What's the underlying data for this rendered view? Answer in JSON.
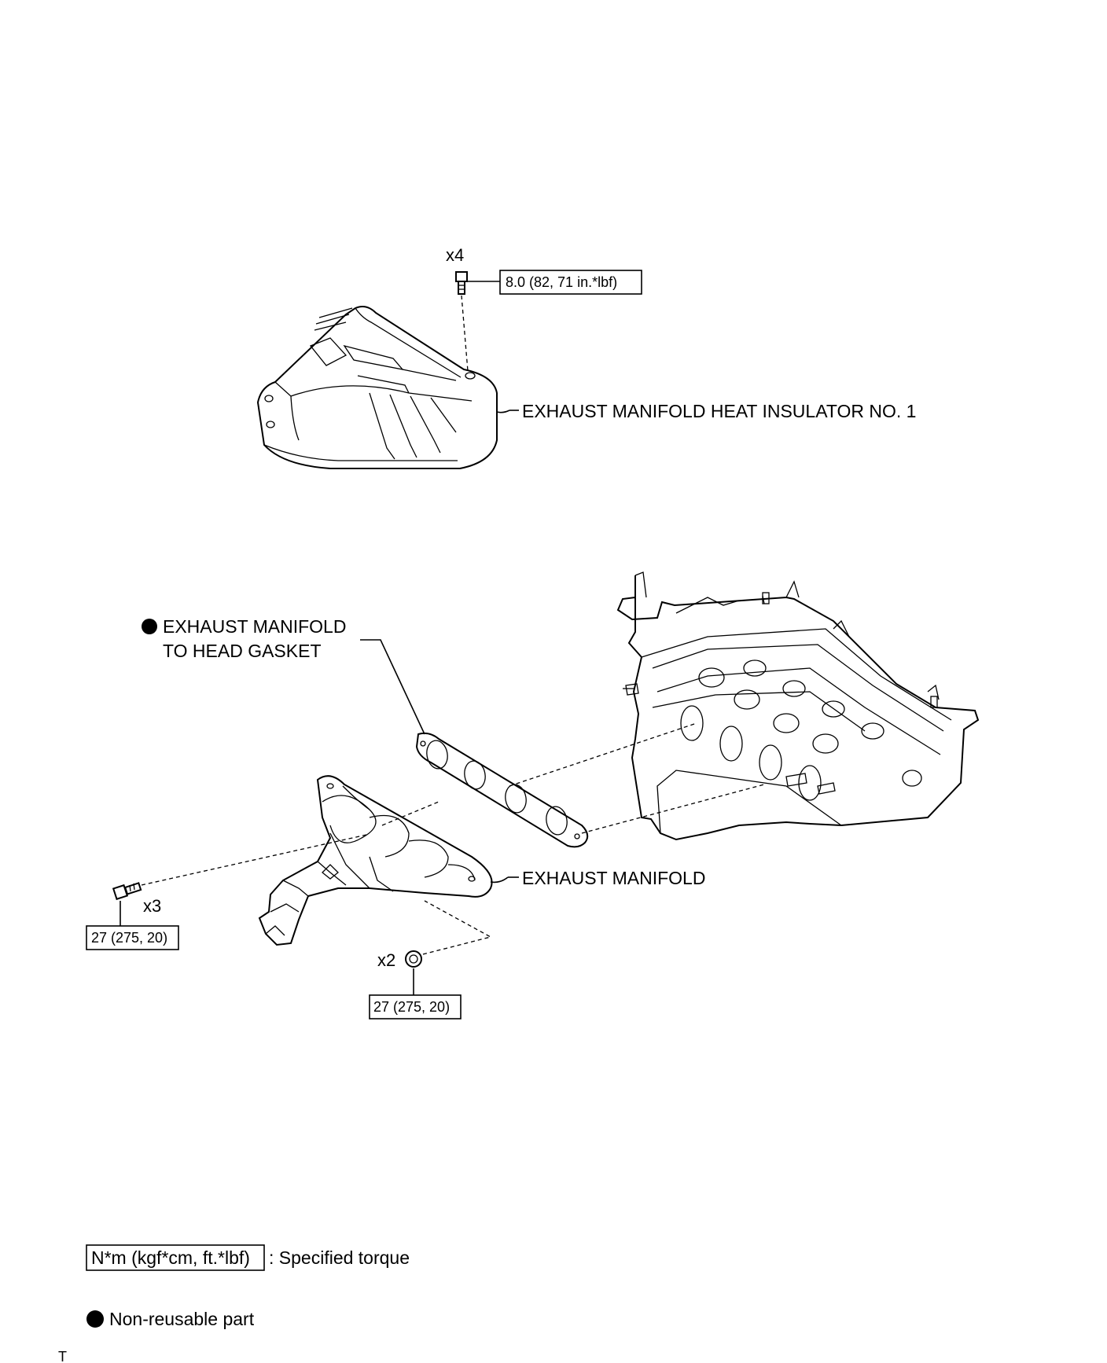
{
  "parts": {
    "heat_insulator": {
      "label": "EXHAUST MANIFOLD HEAT INSULATOR NO. 1"
    },
    "gasket": {
      "label_line1": "EXHAUST MANIFOLD",
      "label_line2": "TO HEAD GASKET",
      "non_reusable": true
    },
    "exhaust_manifold": {
      "label": "EXHAUST MANIFOLD"
    }
  },
  "fasteners": {
    "insulator_bolt": {
      "qty": "x4",
      "torque": "8.0 (82, 71 in.*lbf)"
    },
    "manifold_bolt": {
      "qty": "x3",
      "torque": "27 (275, 20)"
    },
    "manifold_nut": {
      "qty": "x2",
      "torque": "27 (275, 20)"
    }
  },
  "legend": {
    "torque_box": "N*m (kgf*cm, ft.*lbf)",
    "torque_desc": ": Specified torque",
    "non_reusable": "Non-reusable part"
  },
  "footer": {
    "mark": "T"
  }
}
